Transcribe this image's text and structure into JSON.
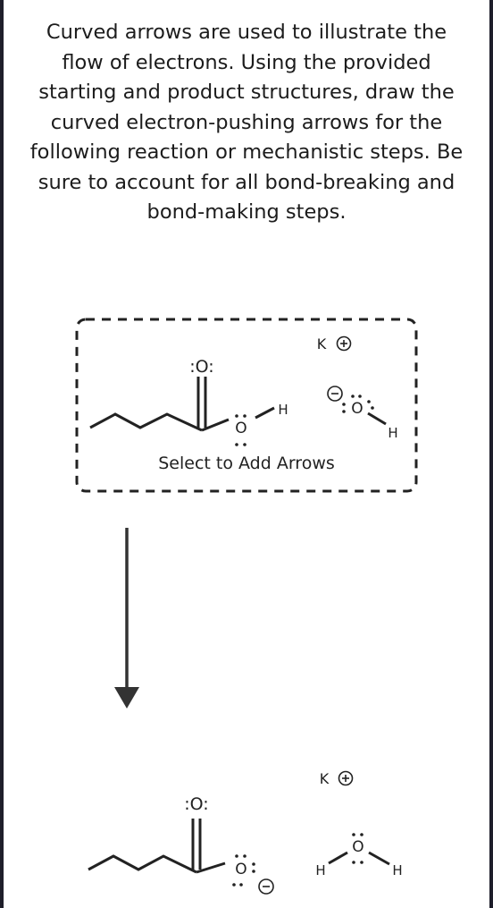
{
  "instructions": "Curved arrows are used to illustrate the flow of electrons. Using the provided starting and product structures, draw the curved electron-pushing arrows for the following reaction or mechanistic steps. Be sure to account for all bond-breaking and bond-making steps.",
  "arrow_box": {
    "label": "Select to Add Arrows"
  },
  "reactants": {
    "carbonyl_oxygen": ":O:",
    "hydroxyl_oxygen": "O",
    "hydroxyl_hydrogen": "H",
    "potassium": "K",
    "hydroxide_oxygen": "O",
    "hydroxide_hydrogen": "H"
  },
  "products": {
    "carbonyl_oxygen": ":O:",
    "carboxylate_oxygen": "O",
    "potassium": "K",
    "water_oxygen": "O",
    "water_hydrogen_left": "H",
    "water_hydrogen_right": "H"
  },
  "colors": {
    "ink": "#222222",
    "background": "#1e1e2a",
    "panel": "#ffffff"
  }
}
